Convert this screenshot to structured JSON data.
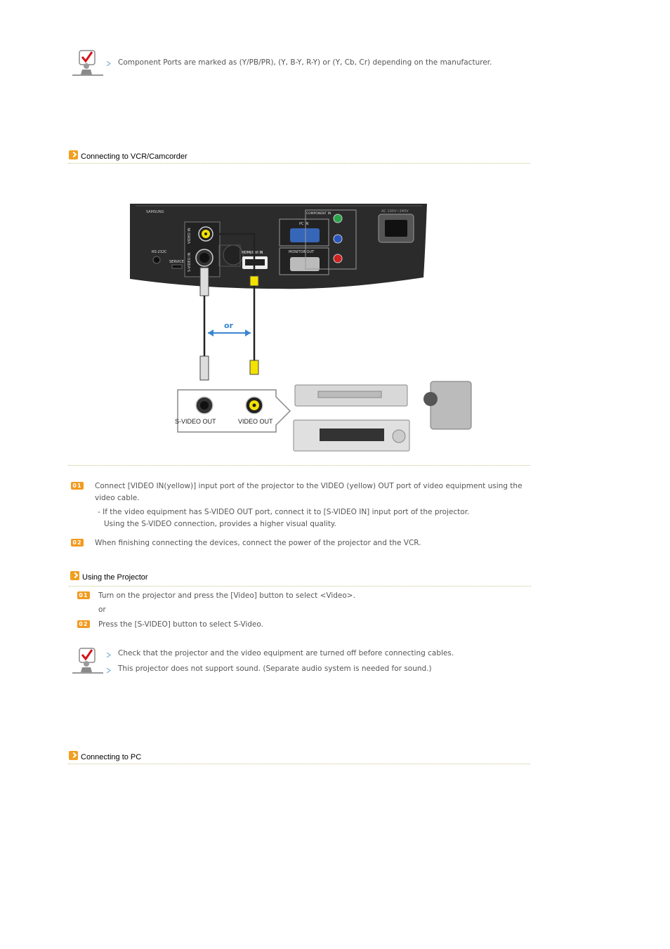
{
  "note1": {
    "text": "Component Ports are marked as (Y/PB/PR), (Y, B-Y, R-Y) or (Y, Cb, Cr) depending on the manufacturer."
  },
  "section_vcr": {
    "title": "Connecting to VCR/Camcorder",
    "diagram": {
      "brand": "SAMSUNG",
      "rs232c": "RS-232C",
      "service": "SERVICE",
      "video_in": "VIDEO IN",
      "svideo_in": "S-VIDEO IN",
      "hdmi": "HDMI/DVI IN",
      "pc_in": "PC IN",
      "monitor_out": "MONITOR OUT",
      "component_in": "COMPONENT IN",
      "ac": "AC 100V~240V",
      "or": "or",
      "svideo_out": "S-VIDEO OUT",
      "video_out": "VIDEO OUT"
    },
    "steps": [
      {
        "badge": "01",
        "text1": "Connect [VIDEO IN(yellow)] input port of the projector to the VIDEO (yellow) OUT port of video equipment using the",
        "text2": "video cable.",
        "sub1": "- If the video equipment has S-VIDEO OUT port, connect it to [S-VIDEO IN] input port of the projector.",
        "sub2": "Using the S-VIDEO connection, provides a higher visual quality."
      },
      {
        "badge": "02",
        "text1": "When finishing connecting the devices, connect the power of the projector and the VCR."
      }
    ]
  },
  "section_using": {
    "title": "Using the Projector",
    "steps": [
      {
        "badge": "01",
        "text": "Turn on the projector and press the [Video] button to select <Video>."
      },
      {
        "badge": "02",
        "text": "Press the [S-VIDEO] button to select S-Video."
      }
    ],
    "or": "or",
    "notes": [
      "Check that the projector and the video equipment are turned off before connecting cables.",
      "This projector does not support sound. (Separate audio system is needed for sound.)"
    ]
  },
  "section_pc": {
    "title": "Connecting to PC"
  },
  "colors": {
    "accent": "#f29a1f",
    "dotline": "#c9c48a",
    "cable_blue": "#3a86d0",
    "yellow": "#f3e200"
  }
}
